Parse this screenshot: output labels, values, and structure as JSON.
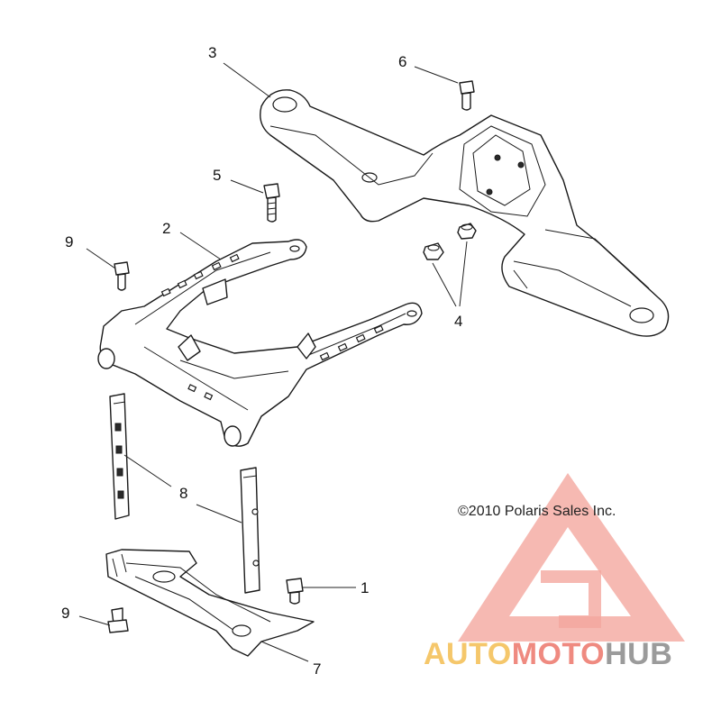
{
  "diagram": {
    "callouts": {
      "c1": "1",
      "c2": "2",
      "c3": "3",
      "c4": "4",
      "c5": "5",
      "c6": "6",
      "c7": "7",
      "c8": "8",
      "c9a": "9",
      "c9b": "9"
    },
    "copyright": "©2010 Polaris Sales Inc."
  },
  "watermark": {
    "part1": "AUTO",
    "part2": "MOTO",
    "part3": "HUB",
    "colors": {
      "triangle": "#f08a7e",
      "auto": "#f5c76b",
      "moto": "#ef8a80",
      "hub": "#9b9b9b"
    }
  }
}
